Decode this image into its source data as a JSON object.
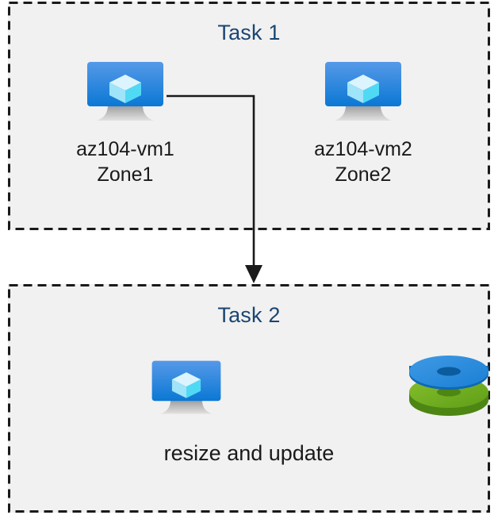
{
  "diagram": {
    "title_color": "#1b4571",
    "box_fill": "#f1f1f1",
    "box_border_color": "#1a1a1a",
    "label_color": "#1a1a1a",
    "canvas_bg": "#ffffff",
    "accent_blue": "#1b85e0",
    "accent_green": "#6aaa1e"
  },
  "task1": {
    "title": "Task 1",
    "nodes": [
      {
        "icon": "virtual-machine-icon",
        "name": "az104-vm1",
        "zone": "Zone1"
      },
      {
        "icon": "virtual-machine-icon",
        "name": "az104-vm2",
        "zone": "Zone2"
      }
    ]
  },
  "connector": {
    "from": "az104-vm1",
    "to": "Task 2",
    "arrow": "down-arrowhead"
  },
  "task2": {
    "title": "Task 2",
    "icons": [
      {
        "icon": "virtual-machine-icon"
      },
      {
        "icon": "managed-disks-icon"
      }
    ],
    "caption": "resize and update"
  }
}
